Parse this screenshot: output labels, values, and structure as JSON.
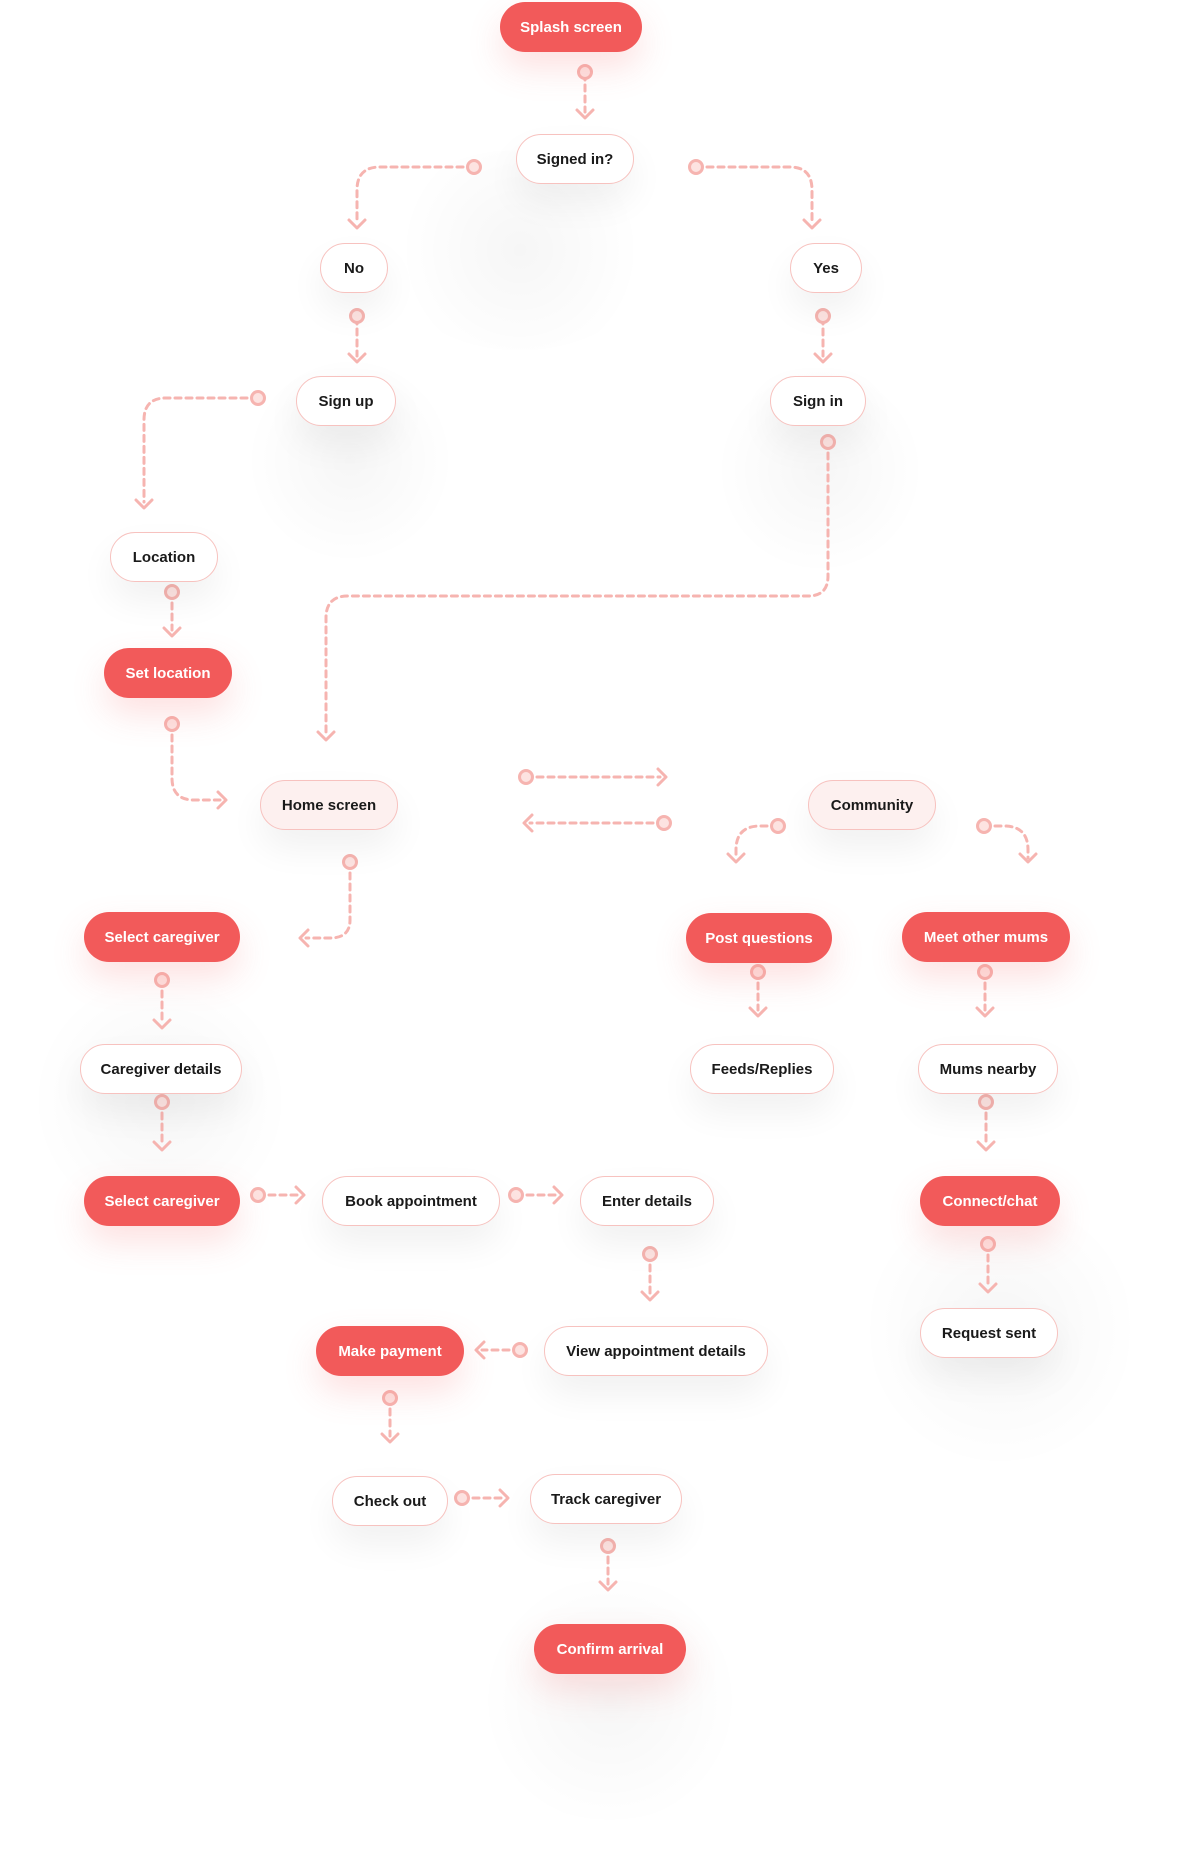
{
  "colors": {
    "accent": "#f25a5a",
    "connector": "#f6b4b0",
    "outline": "#f7c2bf",
    "tint": "#fdf0ef"
  },
  "nodes": {
    "splash_screen": "Splash screen",
    "signed_in": "Signed in?",
    "no": "No",
    "yes": "Yes",
    "sign_up": "Sign up",
    "sign_in": "Sign in",
    "location": "Location",
    "set_location": "Set location",
    "home_screen": "Home screen",
    "community": "Community",
    "select_caregiver_1": "Select caregiver",
    "post_questions": "Post questions",
    "meet_other_mums": "Meet other mums",
    "caregiver_details": "Caregiver details",
    "feeds_replies": "Feeds/Replies",
    "mums_nearby": "Mums nearby",
    "select_caregiver_2": "Select caregiver",
    "book_appointment": "Book appointment",
    "enter_details": "Enter details",
    "connect_chat": "Connect/chat",
    "view_appointment_details": "View appointment details",
    "make_payment": "Make payment",
    "request_sent": "Request sent",
    "check_out": "Check out",
    "track_caregiver": "Track caregiver",
    "confirm_arrival": "Confirm arrival"
  }
}
